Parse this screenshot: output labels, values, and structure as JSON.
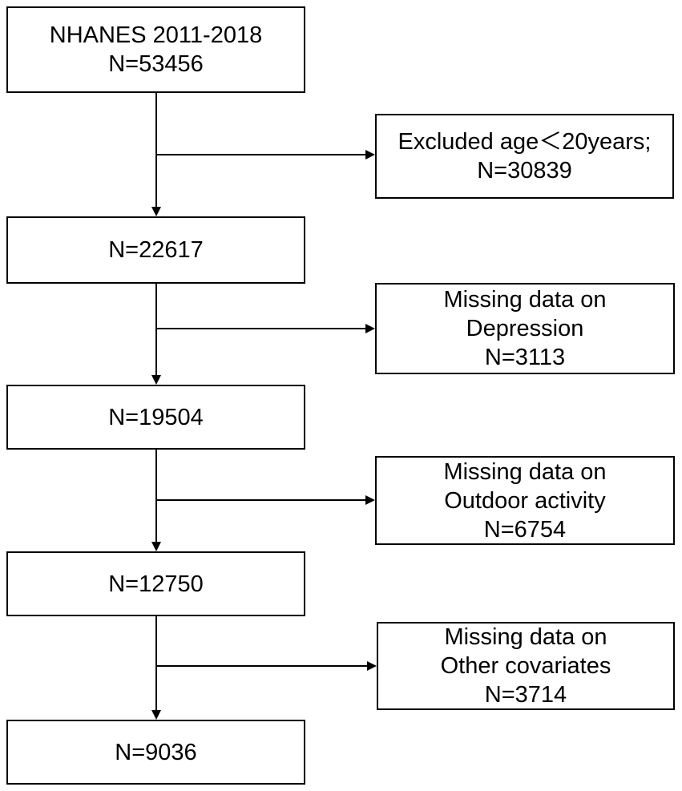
{
  "flowchart": {
    "main_boxes": [
      {
        "lines": [
          "NHANES 2011-2018",
          "N=53456"
        ]
      },
      {
        "lines": [
          "N=22617"
        ]
      },
      {
        "lines": [
          "N=19504"
        ]
      },
      {
        "lines": [
          "N=12750"
        ]
      },
      {
        "lines": [
          "N=9036"
        ]
      }
    ],
    "exclusion_boxes": [
      {
        "lines": [
          "Excluded age＜20years;",
          "N=30839"
        ]
      },
      {
        "lines": [
          "Missing data on",
          "Depression",
          "N=3113"
        ]
      },
      {
        "lines": [
          "Missing data on",
          "Outdoor activity",
          "N=6754"
        ]
      },
      {
        "lines": [
          "Missing data on",
          "Other covariates",
          "N=3714"
        ]
      }
    ]
  }
}
